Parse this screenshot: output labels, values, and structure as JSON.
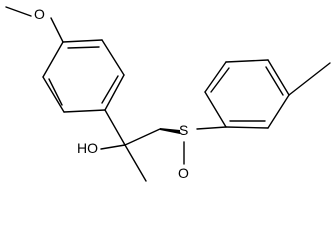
{
  "molecule": {
    "atoms": {
      "methoxy_oxygen": "O",
      "hydroxyl": "HO",
      "sulfur": "S",
      "sulfoxide_oxygen": "O"
    },
    "colors": {
      "line": "#000000",
      "background": "#ffffff"
    }
  }
}
